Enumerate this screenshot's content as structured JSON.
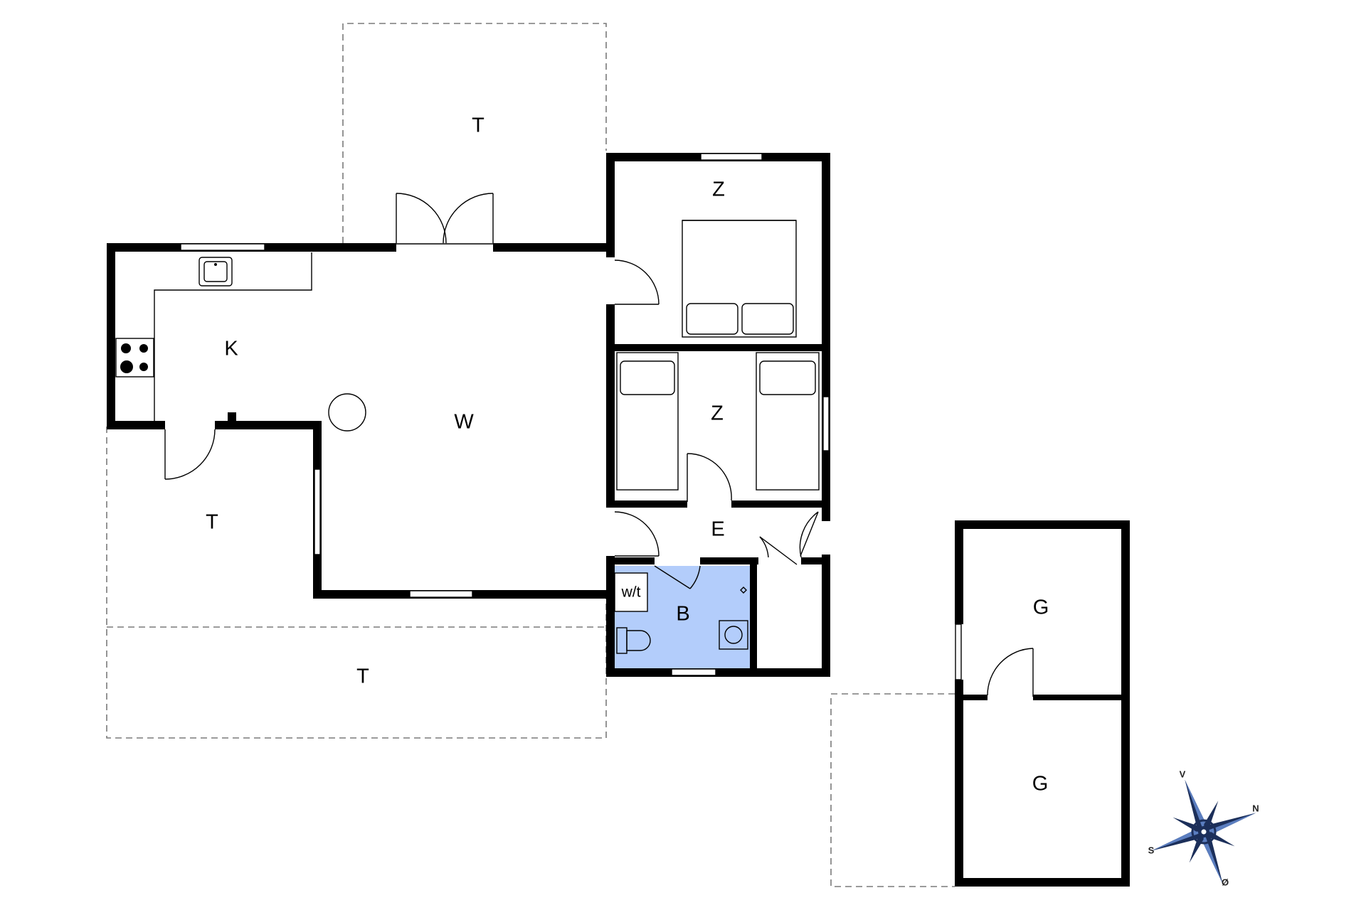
{
  "rooms": {
    "terrace_top": "T",
    "kitchen": "K",
    "living": "W",
    "bedroom_1": "Z",
    "bedroom_2": "Z",
    "entrance": "E",
    "bathroom": "B",
    "wc_label": "w/t",
    "terrace_left": "T",
    "terrace_bottom": "T",
    "annex_1": "G",
    "annex_2": "G"
  },
  "compass": {
    "north": "N",
    "south": "S",
    "east": "Ø",
    "west": "V"
  },
  "colors": {
    "bathroom_fill": "#b3cdfb",
    "walls": "#000000",
    "compass": "#1c2f5a"
  }
}
